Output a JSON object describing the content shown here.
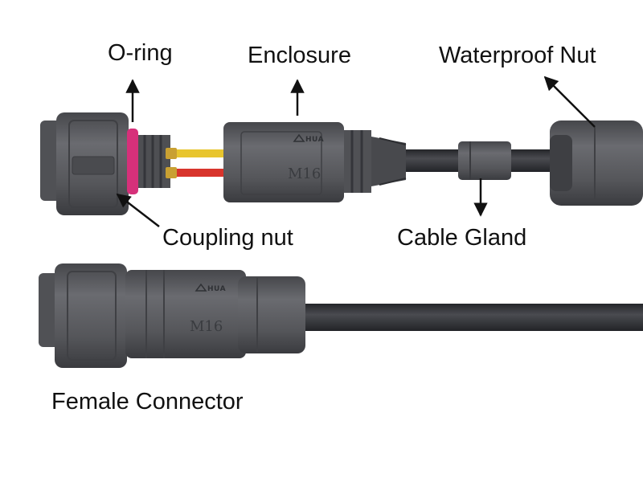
{
  "labels": {
    "o_ring": "O-ring",
    "enclosure": "Enclosure",
    "waterproof_nut": "Waterproof Nut",
    "coupling_nut": "Coupling nut",
    "cable_gland": "Cable Gland",
    "female_connector": "Female Connector"
  },
  "markings": {
    "brand": "HUA",
    "model": "M16"
  },
  "colors": {
    "body": "#58595d",
    "body_dark": "#3d3e42",
    "cable": "#2e2f33",
    "o_ring": "#d6307a",
    "wire_yellow": "#e8c52e",
    "wire_red": "#d8342c",
    "pin_gold": "#c9a032"
  }
}
